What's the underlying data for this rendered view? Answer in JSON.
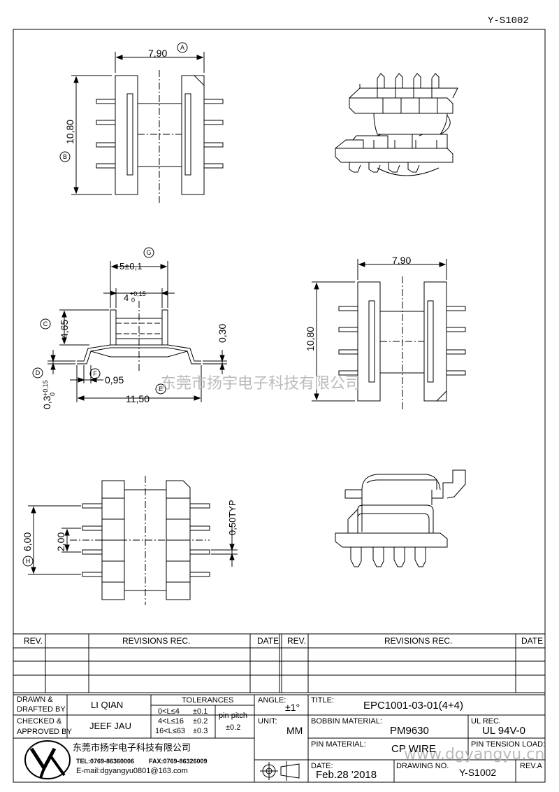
{
  "sheet_id": "Y-S1002",
  "watermark": {
    "company": "东莞市扬宇电子科技有限公司",
    "site": "www.dgyangyu.cn"
  },
  "dimensions": {
    "top_width": "7,90",
    "top_height": "10,80",
    "side_pitch": "5±0,1",
    "side_inner": "4",
    "side_inner_tol_plus": "+0,15",
    "side_inner_tol_minus": "0",
    "side_height": "4,65",
    "side_pin_thk": "0,30",
    "side_base_tol_plus": "+0,15",
    "side_base_tol_minus": "0",
    "side_base": "0,3",
    "side_foot": "0,95",
    "side_total": "11,50",
    "right_width": "7,90",
    "right_height": "10,80",
    "bottom_outer": "6,00",
    "bottom_pitch": "2,00",
    "bottom_pin": "0,50TYP"
  },
  "callouts": [
    "A",
    "B",
    "C",
    "D",
    "E",
    "F",
    "G",
    "H"
  ],
  "revisions": {
    "left": {
      "rev": "REV.",
      "rec": "REVISIONS   REC.",
      "date": "DATE"
    },
    "right": {
      "rev": "REV.",
      "rec": "REVISIONS   REC.",
      "date": "DATE"
    }
  },
  "title_block": {
    "drawn_label_1": "DRAWN &",
    "drawn_label_2": "DRAFTED BY",
    "drawn_by": "LI QIAN",
    "checked_label_1": "CHECKED &",
    "checked_label_2": "APPROVED BY",
    "checked_by": "JEEF JAU",
    "tolerances_label": "TOLERANCES",
    "tol_rows": [
      {
        "range": "0<L≤4",
        "tol": "±0.1"
      },
      {
        "range": "4<L≤16",
        "tol": "±0.2"
      },
      {
        "range": "16<L≤63",
        "tol": "±0.3"
      }
    ],
    "pin_pitch_label": "pin pitch",
    "pin_pitch_tol": "±0.2",
    "angle_label": "ANGLE:",
    "angle_value": "±1°",
    "unit_label": "UNIT:",
    "unit_value": "MM",
    "title_label": "TITLE:",
    "title_value": "EPC1001-03-01(4+4)",
    "bobbin_label": "BOBBIN MATERIAL:",
    "bobbin_value": "PM9630",
    "ul_label": "UL REC.",
    "ul_value": "UL 94V-0",
    "pin_mat_label": "PIN MATERIAL:",
    "pin_mat_value": "CP WIRE",
    "pin_tension_label": "PIN TENSION LOAD:",
    "date_label": "DATE:",
    "date_value": "Feb.28 '2018",
    "drawing_no_label": "DRAWING NO.",
    "drawing_no_value": "Y-S1002",
    "rev_label": "REV.A",
    "company_cn": "东莞市扬宇电子科技有限公司",
    "tel": "TEL:0769-86360006",
    "fax": "FAX:0769-86326009",
    "email": "E-mail:dgyangyu0801@163.com"
  }
}
